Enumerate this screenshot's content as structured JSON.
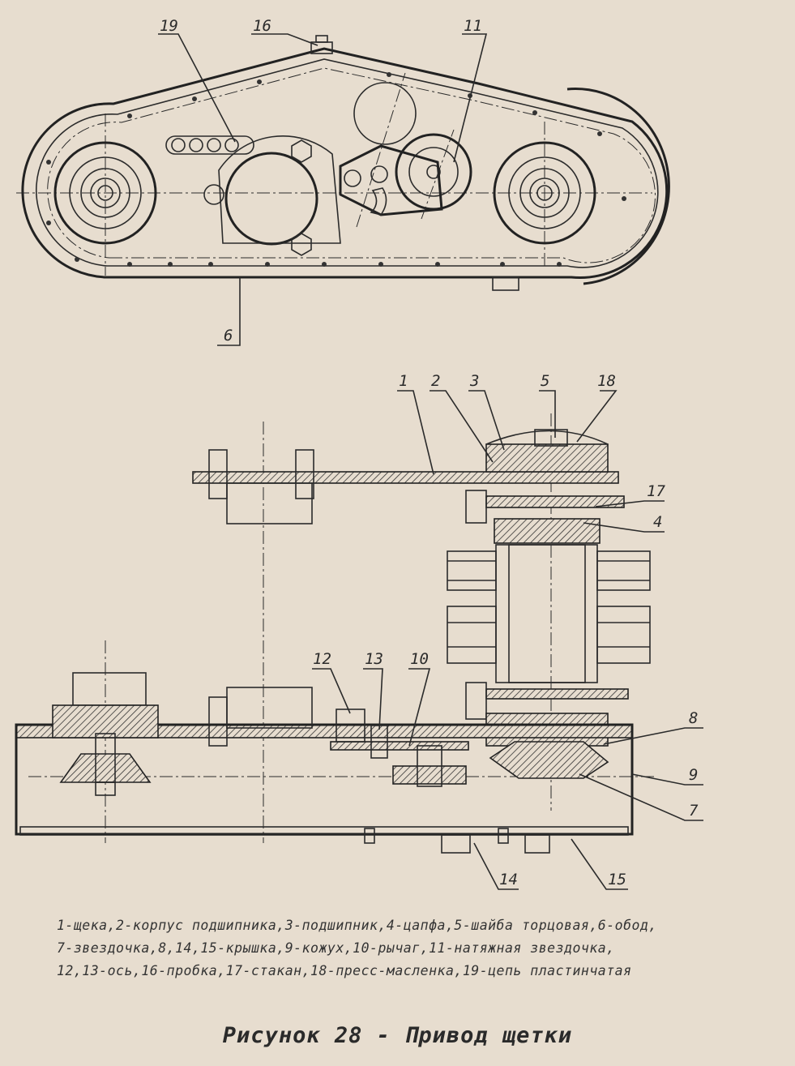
{
  "top_view": {
    "callouts": [
      {
        "id": "top-callout-19",
        "text": "19"
      },
      {
        "id": "top-callout-16",
        "text": "16"
      },
      {
        "id": "top-callout-11",
        "text": "11"
      },
      {
        "id": "top-callout-6",
        "text": "6"
      }
    ]
  },
  "section_view": {
    "callouts": [
      {
        "id": "sec-callout-1",
        "text": "1"
      },
      {
        "id": "sec-callout-2",
        "text": "2"
      },
      {
        "id": "sec-callout-3",
        "text": "3"
      },
      {
        "id": "sec-callout-5",
        "text": "5"
      },
      {
        "id": "sec-callout-18",
        "text": "18"
      },
      {
        "id": "sec-callout-17",
        "text": "17"
      },
      {
        "id": "sec-callout-4",
        "text": "4"
      },
      {
        "id": "sec-callout-12",
        "text": "12"
      },
      {
        "id": "sec-callout-13",
        "text": "13"
      },
      {
        "id": "sec-callout-10",
        "text": "10"
      },
      {
        "id": "sec-callout-8",
        "text": "8"
      },
      {
        "id": "sec-callout-9",
        "text": "9"
      },
      {
        "id": "sec-callout-7",
        "text": "7"
      },
      {
        "id": "sec-callout-14",
        "text": "14"
      },
      {
        "id": "sec-callout-15",
        "text": "15"
      }
    ]
  },
  "legend": {
    "line1": "1-щека,2-корпус подшипника,3-подшипник,4-цапфа,5-шайба торцовая,6-обод,",
    "line2": "7-звездочка,8,14,15-крышка,9-кожух,10-рычаг,11-натяжная звездочка,",
    "line3": "12,13-ось,16-пробка,17-стакан,18-пресс-масленка,19-цепь пластинчатая"
  },
  "caption": "Рисунок 28 - Привод щетки"
}
